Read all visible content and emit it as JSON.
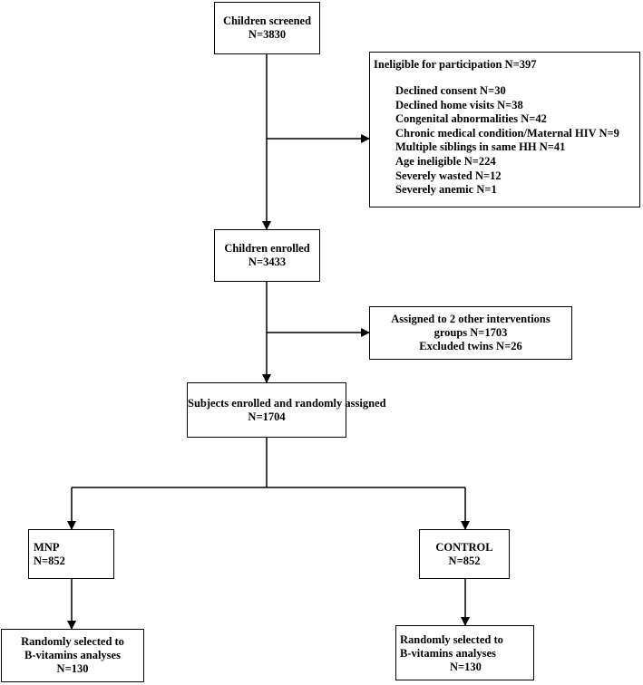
{
  "screened": {
    "title": "Children screened",
    "count": "N=3830"
  },
  "ineligible": {
    "title": "Ineligible for participation N=397",
    "items": [
      "Declined consent N=30",
      "Declined home visits N=38",
      "Congenital abnormalities N=42",
      "Chronic medical condition/Maternal HIV N=9",
      "Multiple siblings in same HH N=41",
      "Age ineligible N=224",
      "Severely wasted N=12",
      "Severely anemic N=1"
    ]
  },
  "enrolled": {
    "title": "Children enrolled",
    "count": "N=3433"
  },
  "excluded": {
    "line1": "Assigned to 2 other interventions",
    "line2": "groups N=1703",
    "line3": "Excluded twins N=26"
  },
  "randomized": {
    "title": "Subjects enrolled and randomly assigned",
    "count": "N=1704"
  },
  "mnp": {
    "title": "MNP",
    "count": "N=852"
  },
  "control": {
    "title": "CONTROL",
    "count": "N=852"
  },
  "mnp_selected": {
    "line1": "Randomly selected to",
    "line2": "B-vitamins analyses",
    "count": "N=130"
  },
  "control_selected": {
    "line1": "Randomly selected to",
    "line2": "B-vitamins analyses",
    "count": "N=130"
  }
}
